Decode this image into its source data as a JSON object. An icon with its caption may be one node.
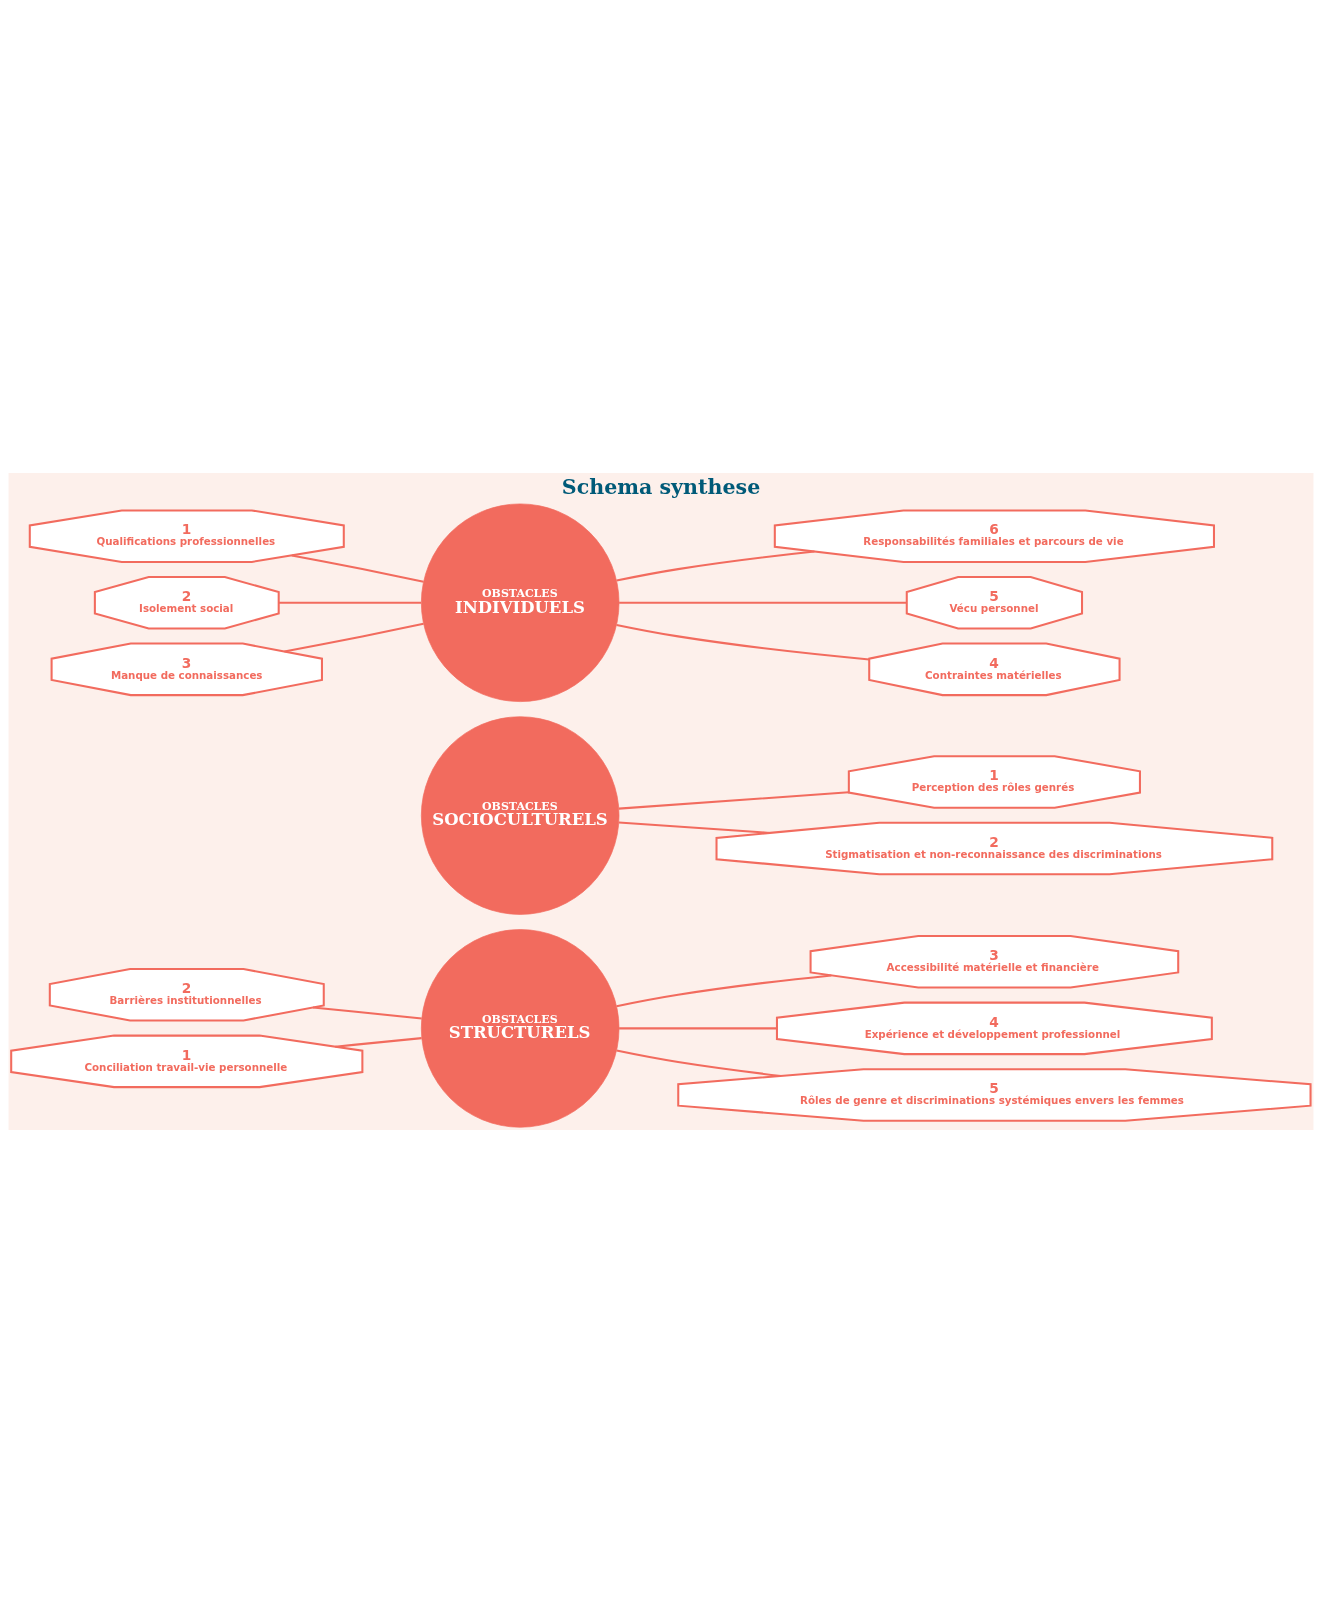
{
  "diagram": {
    "title": "Schema synthese",
    "nodes": [
      {
        "text": [
          "3",
          "Accessibilité matérielle et financière"
        ]
      },
      {
        "text": [
          "2",
          "Barrières institutionnelles"
        ]
      },
      {
        "text": [
          "4",
          "Expérience et développement professionnel"
        ]
      },
      {
        "text": [
          "1",
          "Conciliation travail-vie personnelle"
        ]
      },
      {
        "text": [
          "OBSTACLES",
          "STRUCTURELS"
        ]
      },
      {
        "text": [
          "5",
          "Rôles de genre et discriminations systémiques envers les femmes"
        ]
      },
      {
        "text": [
          "1",
          "Perception des rôles genrés"
        ]
      },
      {
        "text": [
          "OBSTACLES",
          "SOCIOCULTURELS"
        ]
      },
      {
        "text": [
          "2",
          "Stigmatisation et non-reconnaissance des discriminations"
        ]
      },
      {
        "text": [
          "OBSTACLES",
          "INDIVIDUELS"
        ]
      },
      {
        "text": [
          "6",
          "Responsabilités familiales et parcours de vie"
        ]
      },
      {
        "text": [
          "1",
          "Qualifications professionnelles"
        ]
      },
      {
        "text": [
          "5",
          "Vécu personnel"
        ]
      },
      {
        "text": [
          "2",
          "Isolement social"
        ]
      },
      {
        "text": [
          "4",
          "Contraintes matérielles"
        ]
      },
      {
        "text": [
          "3",
          "Manque de connaissances"
        ]
      }
    ],
    "edges": [
      {
        "from": 4,
        "to": 0,
        "arrow": "none"
      },
      {
        "from": 1,
        "to": 4,
        "arrow": "none"
      },
      {
        "from": 4,
        "to": 2,
        "arrow": "none"
      },
      {
        "from": 3,
        "to": 4,
        "arrow": "none"
      },
      {
        "from": 4,
        "to": 5,
        "arrow": "none"
      },
      {
        "from": 7,
        "to": 6,
        "arrow": "none"
      },
      {
        "from": 7,
        "to": 8,
        "arrow": "none"
      },
      {
        "from": 9,
        "to": 10,
        "arrow": "none"
      },
      {
        "from": 11,
        "to": 9,
        "arrow": "none"
      },
      {
        "from": 9,
        "to": 12,
        "arrow": "none"
      },
      {
        "from": 13,
        "to": 9,
        "arrow": "none"
      },
      {
        "from": 9,
        "to": 14,
        "arrow": "none"
      },
      {
        "from": 15,
        "to": 9,
        "arrow": "none"
      }
    ]
  }
}
